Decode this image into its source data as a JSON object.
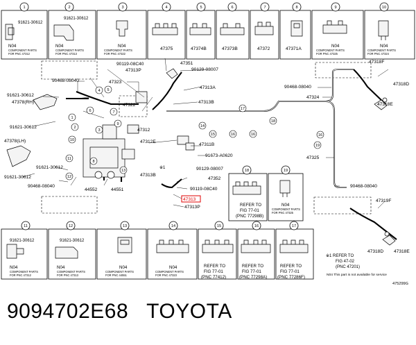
{
  "header_boxes": [
    {
      "n": "1",
      "lines": [
        "91621-30612",
        "N04",
        "COMPONENT PARTS",
        "FOR PNC 47312"
      ]
    },
    {
      "n": "2",
      "lines": [
        "91621-30612",
        "N04",
        "COMPONENT PARTS",
        "FOR PNC 47313"
      ]
    },
    {
      "n": "3",
      "lines": [
        "N04",
        "COMPONENT PARTS",
        "FOR PNC 47322"
      ]
    },
    {
      "n": "4",
      "lines": [
        "47375"
      ]
    },
    {
      "n": "5",
      "lines": [
        "47374B"
      ]
    },
    {
      "n": "6",
      "lines": [
        "47373B"
      ]
    },
    {
      "n": "7",
      "lines": [
        "47372"
      ]
    },
    {
      "n": "8",
      "lines": [
        "47371A"
      ]
    },
    {
      "n": "9",
      "lines": [
        "N04",
        "COMPONENT PARTS",
        "FOR PNC 47325"
      ]
    },
    {
      "n": "10",
      "lines": [
        "N04",
        "COMPONENT PARTS",
        "FOR PNC 47324"
      ]
    }
  ],
  "footer_boxes": [
    {
      "n": "11",
      "lines": [
        "91621-30612",
        "N04",
        "COMPONENT PARTS",
        "FOR PNC 47312"
      ]
    },
    {
      "n": "12",
      "lines": [
        "91621-30612",
        "N04",
        "COMPONENT PARTS",
        "FOR PNC 47313"
      ]
    },
    {
      "n": "13",
      "lines": [
        "N04",
        "COMPONENT PARTS",
        "FOR PNC 44551"
      ]
    },
    {
      "n": "14",
      "lines": [
        "N04",
        "COMPONENT PARTS",
        "FOR PNC 47323"
      ]
    },
    {
      "n": "15",
      "lines": [
        "REFER TO",
        "FIG 77-01",
        "(PNC 77412)"
      ]
    },
    {
      "n": "16",
      "lines": [
        "REFER TO",
        "FIG 77-01",
        "(PNC 77298A)"
      ]
    },
    {
      "n": "17",
      "lines": [
        "REFER TO",
        "FIG 77-01",
        "(PNC 77286F)"
      ]
    }
  ],
  "mid_boxes": [
    {
      "n": "18",
      "lines": [
        "REFER TO",
        "FIG 77-01",
        "(PNC 77298B)"
      ]
    },
    {
      "n": "19",
      "lines": [
        "N04",
        "COMPONENT PARTS",
        "FOR PNC 47325"
      ]
    }
  ],
  "labels": {
    "p90119_08C40": "90119-08C40",
    "p47313P_top": "47313P",
    "p47351": "47351",
    "p90129_08007_top": "90129-08007",
    "p90468_08040_left": "90468-08040",
    "p47323": "47323",
    "p47313A": "47313A",
    "p91621_30612_a": "91621-30612",
    "p47378RH": "47378(RH)",
    "p47322": "47322",
    "p47313B": "47313B",
    "p91621_30612_b": "91621-30612",
    "p47312": "47312",
    "p47312E": "47312E",
    "p47311B": "47311B",
    "p91673_A0620": "91673-A0620",
    "p47378LH": "47378(LH)",
    "p91621_30612_c": "91621-30612",
    "p91621_30612_d": "91621-30612",
    "p90468_08040_b": "90468-08040",
    "p44552": "44552",
    "p44551": "44551",
    "p47313B_b": "47313B",
    "star1_label": "※1",
    "p90129_08007_b": "90129-08007",
    "p47352": "47352",
    "p90119_08C40_b": "90119-08C40",
    "p47313_red": "47313",
    "p47313P_b": "47313P",
    "p47318F": "47318F",
    "p47318D_top": "47318D",
    "p47318E_top": "47318E",
    "p90468_08040_right": "90468-08040",
    "p47324": "47324",
    "p47325": "47325",
    "p90468_08040_right_b": "90468-08040",
    "p47319F": "47319F",
    "p47318D_b": "47318D",
    "p47318E_b": "47318E"
  },
  "notes": {
    "star1": "※1  REFER TO",
    "star1_fig": "FIG 47-02",
    "star1_pnc": "(PNC 47201)",
    "n04_note": "N04 This part is not available for service",
    "ref": "475299G"
  },
  "footer_text": "9094702E68   TOYOTA",
  "colors": {
    "highlight": "#e00000",
    "line": "#000000",
    "background": "#ffffff"
  }
}
